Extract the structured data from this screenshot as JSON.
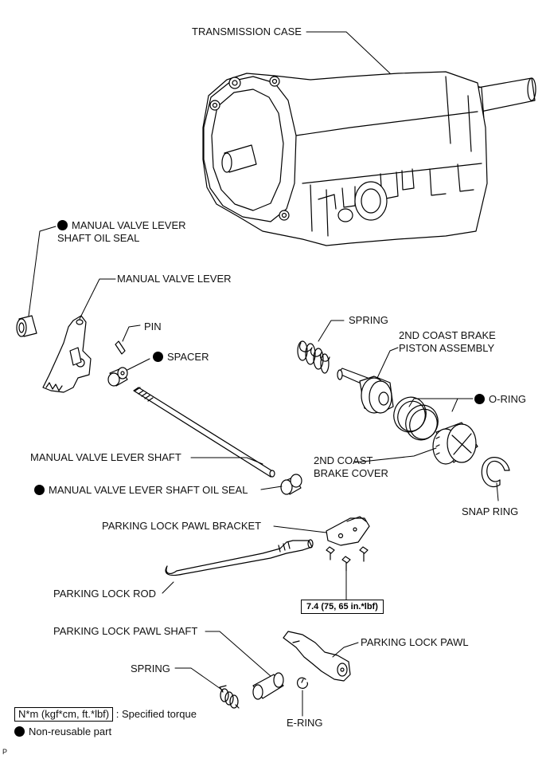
{
  "labels": {
    "transmission_case": "TRANSMISSION CASE",
    "mv_lever_shaft_oil_seal_top": "MANUAL VALVE LEVER SHAFT OIL SEAL",
    "manual_valve_lever": "MANUAL VALVE LEVER",
    "pin": "PIN",
    "spacer": "SPACER",
    "spring_top": "SPRING",
    "coast_brake_piston": "2ND COAST BRAKE PISTON ASSEMBLY",
    "o_ring": "O-RING",
    "manual_valve_lever_shaft": "MANUAL VALVE LEVER SHAFT",
    "mv_lever_shaft_oil_seal_bottom": "MANUAL VALVE LEVER SHAFT OIL SEAL",
    "coast_brake_cover": "2ND COAST BRAKE COVER",
    "snap_ring": "SNAP RING",
    "parking_lock_pawl_bracket": "PARKING LOCK PAWL BRACKET",
    "parking_lock_rod": "PARKING LOCK ROD",
    "torque_value": "7.4 (75, 65 in.*lbf)",
    "parking_lock_pawl_shaft": "PARKING LOCK PAWL SHAFT",
    "parking_lock_pawl": "PARKING LOCK PAWL",
    "spring_bottom": "SPRING",
    "e_ring": "E-RING"
  },
  "legend": {
    "torque_box": "N*m (kgf*cm, ft.*lbf)",
    "torque_desc": ": Specified torque",
    "nonreusable_desc": "Non-reusable part"
  },
  "corner_mark": "P"
}
